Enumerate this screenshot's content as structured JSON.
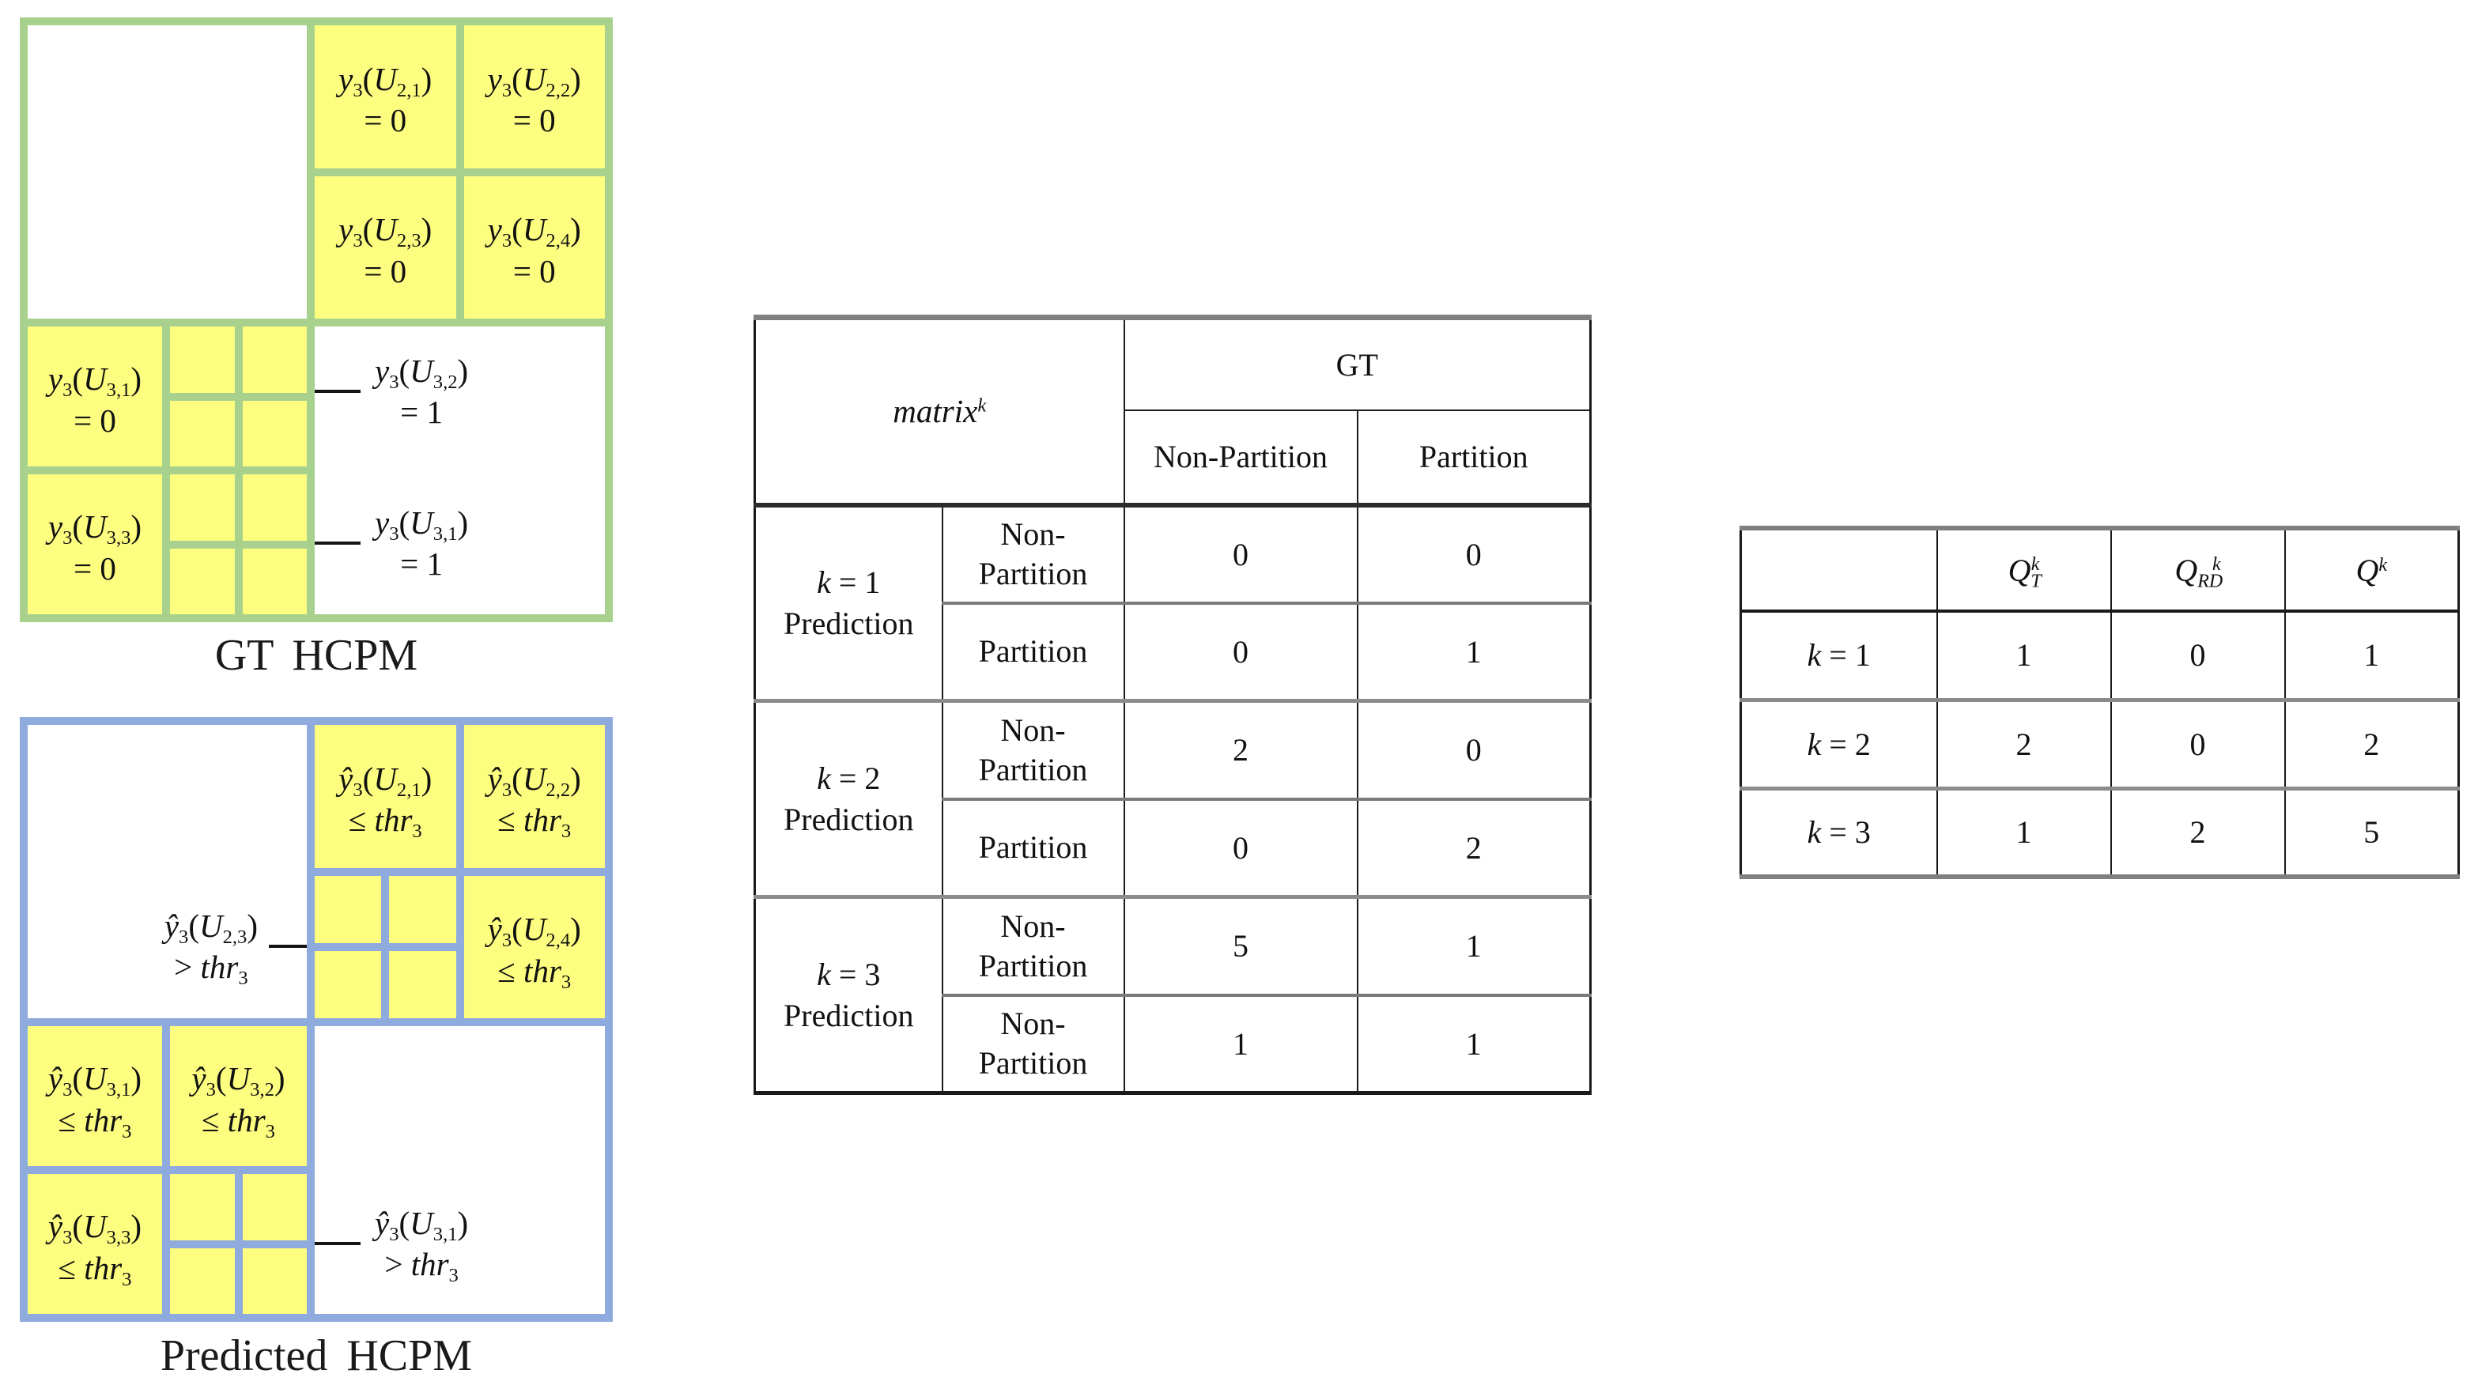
{
  "colors": {
    "gt_border_green": "#a9d18e",
    "pred_border_blue": "#8faadc",
    "cell_fill_yellow": "#fdfd7f",
    "callout_line_black": "#141414"
  },
  "gt_figure": {
    "caption": "GT HCPM",
    "cells": {
      "u21": {
        "line1": "y_{3}(U_{2,1})",
        "line2": "= 0"
      },
      "u22": {
        "line1": "y_{3}(U_{2,2})",
        "line2": "= 0"
      },
      "u23": {
        "line1": "y_{3}(U_{2,3})",
        "line2": "= 0"
      },
      "u24": {
        "line1": "y_{3}(U_{2,4})",
        "line2": "= 0"
      },
      "u31": {
        "line1": "y_{3}(U_{3,1})",
        "line2": "= 0"
      },
      "u33": {
        "line1": "y_{3}(U_{3,3})",
        "line2": "= 0"
      }
    },
    "callouts": {
      "top": {
        "line1": "y_{3}(U_{3,2})",
        "line2": "= 1"
      },
      "bottom": {
        "line1": "y_{3}(U_{3,1})",
        "line2": "= 1"
      }
    }
  },
  "pred_figure": {
    "caption": "Predicted HCPM",
    "cells": {
      "u21": {
        "line1": "ŷ_{3}(U_{2,1})",
        "line2": "≤ thr_{3}"
      },
      "u22": {
        "line1": "ŷ_{3}(U_{2,2})",
        "line2": "≤ thr_{3}"
      },
      "u24": {
        "line1": "ŷ_{3}(U_{2,4})",
        "line2": "≤ thr_{3}"
      },
      "u31": {
        "line1": "ŷ_{3}(U_{3,1})",
        "line2": "≤ thr_{3}"
      },
      "u32": {
        "line1": "ŷ_{3}(U_{3,2})",
        "line2": "≤ thr_{3}"
      },
      "u33": {
        "line1": "ŷ_{3}(U_{3,3})",
        "line2": "≤ thr_{3}"
      }
    },
    "callouts": {
      "top": {
        "line1": "ŷ_{3}(U_{2,3})",
        "line2": "> thr_{3}"
      },
      "bottom": {
        "line1": "ŷ_{3}(U_{3,1})",
        "line2": "> thr_{3}"
      }
    }
  },
  "matrix_table": {
    "corner": "matrix^{k}",
    "gt_header": "GT",
    "col_headers": [
      "Non-Partition",
      "Partition"
    ],
    "blocks": [
      {
        "k_eq": "k = 1",
        "label": "Prediction",
        "rows": [
          {
            "name": "Non-\nPartition",
            "values": [
              0,
              0
            ]
          },
          {
            "name": "Partition",
            "values": [
              0,
              1
            ]
          }
        ]
      },
      {
        "k_eq": "k = 2",
        "label": "Prediction",
        "rows": [
          {
            "name": "Non-\nPartition",
            "values": [
              2,
              0
            ]
          },
          {
            "name": "Partition",
            "values": [
              0,
              2
            ]
          }
        ]
      },
      {
        "k_eq": "k = 3",
        "label": "Prediction",
        "rows": [
          {
            "name": "Non-\nPartition",
            "values": [
              5,
              1
            ]
          },
          {
            "name": "Non-\nPartition",
            "values": [
              1,
              1
            ]
          }
        ]
      }
    ]
  },
  "q_table": {
    "headers": [
      "Q_{T}^{k}",
      "Q_{RD}^{k}",
      "Q^{k}"
    ],
    "rows": [
      {
        "k_eq": "k = 1",
        "values": [
          1,
          0,
          1
        ]
      },
      {
        "k_eq": "k = 2",
        "values": [
          2,
          0,
          2
        ]
      },
      {
        "k_eq": "k = 3",
        "values": [
          1,
          2,
          5
        ]
      }
    ]
  }
}
